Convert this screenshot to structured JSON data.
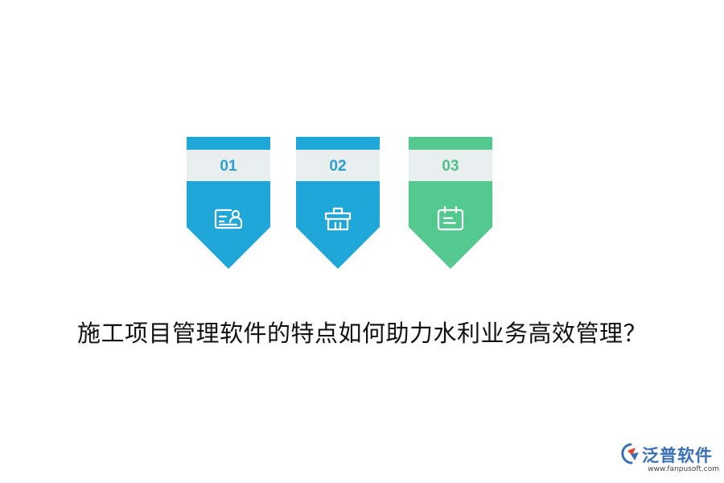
{
  "banners": [
    {
      "number": "01",
      "icon": "id-card-icon",
      "color": "#1ea7d8",
      "number_color": "#2a9fd3"
    },
    {
      "number": "02",
      "icon": "box-icon",
      "color": "#1ea7d8",
      "number_color": "#2a9fd3"
    },
    {
      "number": "03",
      "icon": "calendar-icon",
      "color": "#54c98f",
      "number_color": "#4fc08a"
    }
  ],
  "band_color": "#e9eeee",
  "headline": "施工项目管理软件的特点如何助力水利业务高效管理？",
  "logo": {
    "brand": "泛普软件",
    "url": "www.fanpusoft.com",
    "color": "#3a6fb5"
  }
}
